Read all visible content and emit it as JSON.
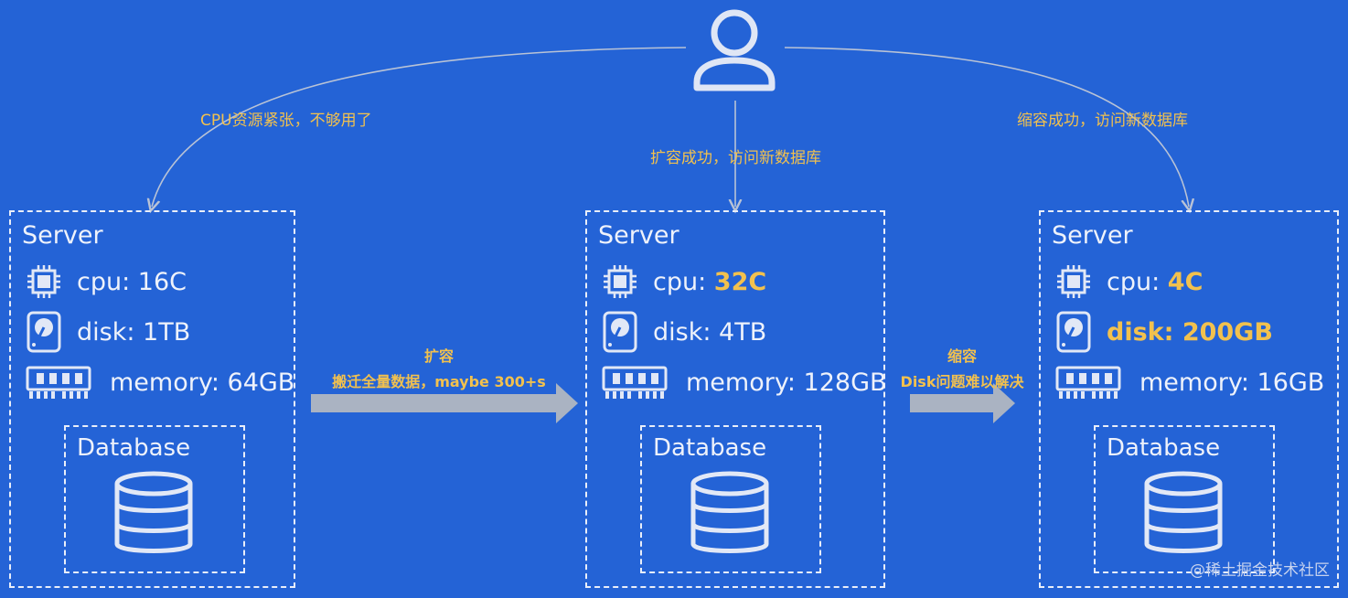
{
  "user": {
    "icon": "user-icon"
  },
  "edges": {
    "left_label": "CPU资源紧张，不够用了",
    "middle_label": "扩容成功，访问新数据库",
    "right_label": "缩容成功，访问新数据库"
  },
  "arrows": {
    "scale_up": {
      "line1": "扩容",
      "line2": "搬迁全量数据，maybe 300+s"
    },
    "scale_down": {
      "line1": "缩容",
      "line2": "Disk问题难以解决"
    }
  },
  "servers": [
    {
      "title": "Server",
      "cpu_label": "cpu: ",
      "cpu_value": "16C",
      "disk_label": "disk: ",
      "disk_value": "1TB",
      "memory_label": "memory: ",
      "memory_value": "64GB",
      "database_label": "Database"
    },
    {
      "title": "Server",
      "cpu_label": "cpu: ",
      "cpu_value": "32C",
      "disk_label": "disk: ",
      "disk_value": "4TB",
      "memory_label": "memory: ",
      "memory_value": "128GB",
      "database_label": "Database"
    },
    {
      "title": "Server",
      "cpu_label": "cpu: ",
      "cpu_value": "4C",
      "disk_label": "disk: ",
      "disk_value": "200GB",
      "memory_label": "memory: ",
      "memory_value": "16GB",
      "database_label": "Database"
    }
  ],
  "icons": {
    "cpu": "cpu-icon",
    "disk": "disk-icon",
    "memory": "memory-icon",
    "database": "database-icon"
  },
  "colors": {
    "background": "#2463d6",
    "highlight": "#f2c14e",
    "foreground": "#eef2fb",
    "arrow": "#aab3c2"
  },
  "watermark": "@稀土掘金技术社区"
}
